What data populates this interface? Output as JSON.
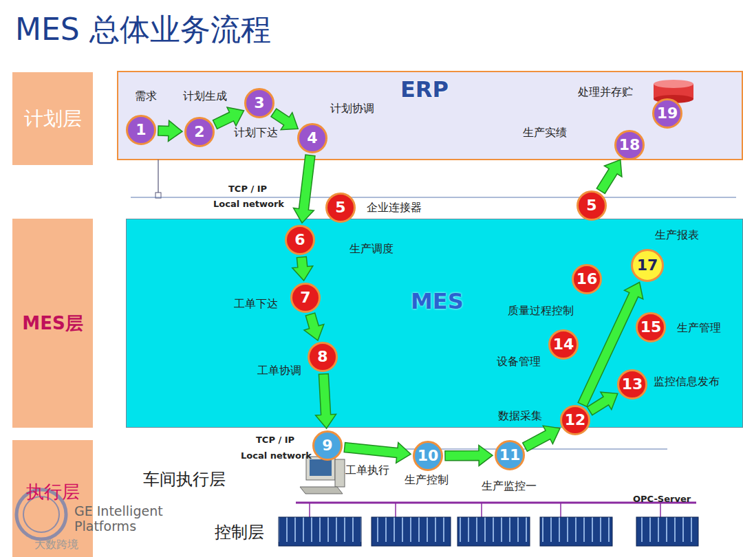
{
  "diagram": {
    "title": "MES 总体业务流程",
    "nodes": [
      {
        "text": [
          "计划层"
        ]
      },
      {
        "text": [
          "ERP"
        ]
      },
      {
        "text": [
          "1"
        ],
        "in": 1
      },
      {
        "text": [
          "2"
        ],
        "in": 1
      },
      {
        "text": [
          "3"
        ],
        "in": 1
      },
      {
        "text": [
          "4"
        ],
        "in": 1
      },
      {
        "text": [
          "19"
        ],
        "in": 1
      },
      {
        "text": [
          "18"
        ],
        "in": 1
      },
      {
        "text": [
          "5"
        ]
      },
      {
        "text": [
          "5"
        ]
      },
      {
        "text": [
          "MES层"
        ]
      },
      {
        "text": [
          "MES"
        ]
      },
      {
        "text": [
          "6"
        ],
        "in": 11
      },
      {
        "text": [
          "7"
        ],
        "in": 11
      },
      {
        "text": [
          "8"
        ],
        "in": 11
      },
      {
        "text": [
          "17"
        ],
        "in": 11
      },
      {
        "text": [
          "16"
        ],
        "in": 11
      },
      {
        "text": [
          "15"
        ],
        "in": 11
      },
      {
        "text": [
          "14"
        ],
        "in": 11
      },
      {
        "text": [
          "13"
        ],
        "in": 11
      },
      {
        "text": [
          "12"
        ],
        "in": 11
      },
      {
        "text": [
          "执行层"
        ]
      },
      {
        "text": [
          "9"
        ]
      },
      {
        "text": [
          "10"
        ]
      },
      {
        "text": [
          "11"
        ]
      }
    ],
    "edges": [
      {
        "from": 2,
        "to": 3,
        "arrow": "to"
      },
      {
        "from": 3,
        "to": 4,
        "arrow": "to"
      },
      {
        "from": 4,
        "to": 5,
        "arrow": "to"
      },
      {
        "from": 5,
        "to": 12,
        "arrow": "to"
      },
      {
        "from": 12,
        "to": 13,
        "arrow": "to"
      },
      {
        "from": 13,
        "to": 14,
        "arrow": "to"
      },
      {
        "from": 14,
        "to": 22,
        "arrow": "to"
      },
      {
        "from": 22,
        "to": 23,
        "arrow": "to"
      },
      {
        "from": 23,
        "to": 24,
        "arrow": "to"
      },
      {
        "from": 24,
        "to": 20,
        "arrow": "to"
      },
      {
        "from": 20,
        "to": 19,
        "arrow": "to"
      },
      {
        "from": 20,
        "to": 15,
        "arrow": "to"
      },
      {
        "from": 9,
        "to": 7,
        "arrow": "to"
      }
    ],
    "labels": [
      "需求",
      "计划生成",
      "计划下达",
      "计划协调",
      "处理并存贮",
      "生产实绩",
      "TCP / IP",
      "Local network",
      "企业连接器",
      "生产调度",
      "工单下达",
      "工单协调",
      "生产报表",
      "质量过程控制",
      "生产管理",
      "设备管理",
      "监控信息发布",
      "数据采集",
      "TCP / IP",
      "Local network",
      "工单执行",
      "生产控制",
      "生产监控一",
      "车间执行层",
      "控制层",
      "OPC-Server",
      "GE Intelligent Platforms",
      "大数跨境"
    ]
  }
}
